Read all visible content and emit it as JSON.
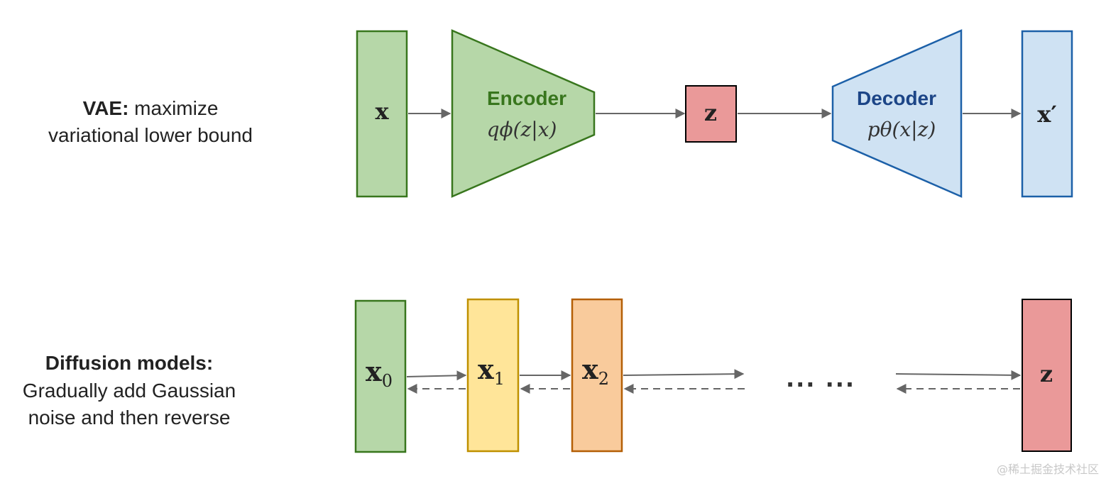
{
  "vae": {
    "label_bold": "VAE:",
    "label_rest": " maximize",
    "label_line2": "variational lower bound",
    "input": "x",
    "encoder_title": "Encoder",
    "encoder_formula": "qϕ(z|x)",
    "latent": "z",
    "decoder_title": "Decoder",
    "decoder_formula": "pθ(x|z)",
    "output": "x′"
  },
  "diffusion": {
    "label_bold": "Diffusion models:",
    "label_line2": "Gradually add Gaussian",
    "label_line3": "noise and then reverse",
    "x0": "x",
    "x0_sub": "0",
    "x1": "x",
    "x1_sub": "1",
    "x2": "x",
    "x2_sub": "2",
    "ellipsis": "... ...",
    "latent": "z"
  },
  "colors": {
    "green_fill": "#b6d7a8",
    "green_stroke": "#38761d",
    "red_fill": "#ea9999",
    "red_stroke": "#000000",
    "blue_fill": "#cfe2f3",
    "blue_stroke": "#1c60a8",
    "yellow_fill": "#ffe599",
    "yellow_stroke": "#bf9000",
    "orange_fill": "#f9cb9c",
    "orange_stroke": "#b45f06",
    "arrow": "#666666"
  },
  "watermark": "@稀土掘金技术社区"
}
